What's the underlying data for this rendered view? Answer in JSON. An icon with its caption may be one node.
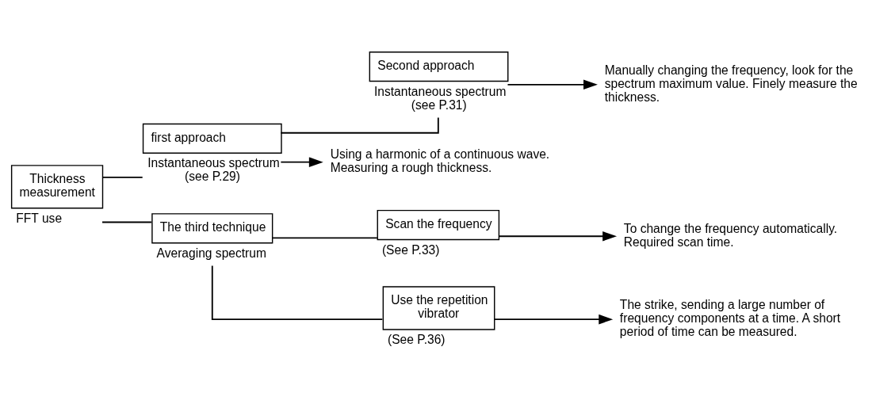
{
  "diagram": {
    "nodes": [
      {
        "text": [
          "Thickness measurement"
        ],
        "beside": [
          "FFT use"
        ]
      },
      {
        "text": [
          "first approach"
        ],
        "beside": [
          "Instantaneous spectrum (see P.29)"
        ]
      },
      {
        "text": [
          "Second approach"
        ],
        "beside": [
          "Instantaneous spectrum (see P.31)"
        ]
      },
      {
        "text": [
          "The third technique"
        ],
        "beside": [
          "Averaging spectrum"
        ]
      },
      {
        "text": [
          "Scan the frequency"
        ],
        "beside": [
          "(See P.33)"
        ]
      },
      {
        "text": [
          "Use the repetition vibrator"
        ],
        "beside": [
          "(See P.36)"
        ]
      },
      {
        "text": [
          "Using a harmonic of a continuous wave. Measuring a rough thickness."
        ]
      },
      {
        "text": [
          "Manually changing the frequency, look for the spectrum maximum value. Finely measure the thickness."
        ]
      },
      {
        "text": [
          "To change the frequency automatically. Required scan time."
        ]
      },
      {
        "text": [
          "The strike, sending a large number of frequency components at a time. A short period of time can be measured."
        ]
      }
    ],
    "edges": [
      {
        "from": 0,
        "to": 1,
        "arrow": "none"
      },
      {
        "from": 0,
        "to": 3,
        "arrow": "none"
      },
      {
        "from": 1,
        "to": 2,
        "arrow": "none"
      },
      {
        "from": 3,
        "to": 4,
        "arrow": "none"
      },
      {
        "from": 3,
        "to": 5,
        "arrow": "none"
      },
      {
        "from": 1,
        "to": 6,
        "arrow": "to"
      },
      {
        "from": 2,
        "to": 7,
        "arrow": "to"
      },
      {
        "from": 4,
        "to": 8,
        "arrow": "to"
      },
      {
        "from": 5,
        "to": 9,
        "arrow": "to"
      }
    ]
  }
}
